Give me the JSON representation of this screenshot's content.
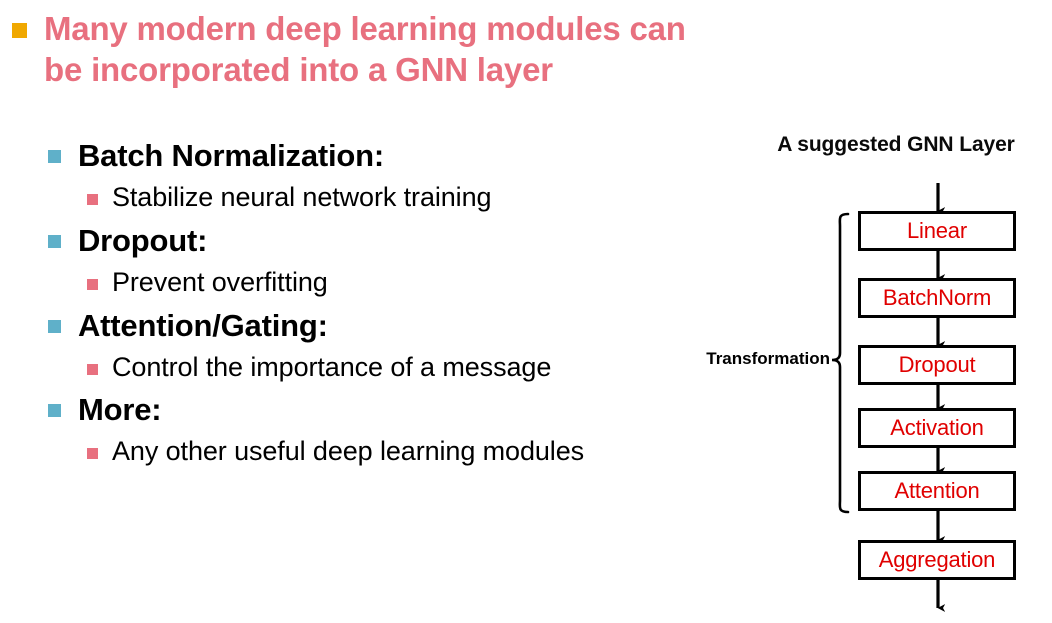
{
  "slide": {
    "title": "Many modern deep learning modules can be incorporated into a GNN layer",
    "title_color": "#E8707F",
    "bullet_l1_color": "#F0A800",
    "bullet_l2_color": "#5FB0C9",
    "bullet_l3_color": "#E8707F"
  },
  "bullets": [
    {
      "level": 2,
      "text": "Batch Normalization:"
    },
    {
      "level": 3,
      "text": "Stabilize neural network training"
    },
    {
      "level": 2,
      "text": "Dropout:"
    },
    {
      "level": 3,
      "text": "Prevent overfitting"
    },
    {
      "level": 2,
      "text": "Attention/Gating:"
    },
    {
      "level": 3,
      "text": "Control the importance of a message"
    },
    {
      "level": 2,
      "text": "More:"
    },
    {
      "level": 3,
      "text": "Any other useful deep learning modules"
    }
  ],
  "diagram": {
    "title": "A suggested GNN Layer",
    "brace_label": "Transformation",
    "box_text_color": "#E00000",
    "box_border_color": "#000000",
    "boxes": [
      {
        "label": "Linear"
      },
      {
        "label": "BatchNorm"
      },
      {
        "label": "Dropout"
      },
      {
        "label": "Activation"
      },
      {
        "label": "Attention"
      },
      {
        "label": "Aggregation"
      }
    ]
  }
}
